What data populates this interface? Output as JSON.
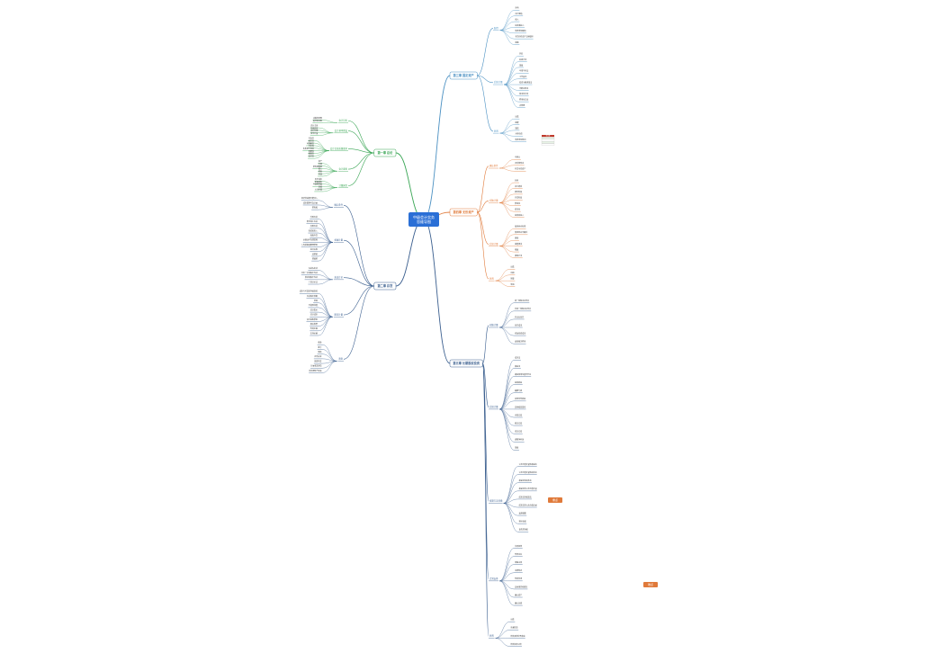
{
  "root": {
    "line1": "中级会计实务",
    "line2": "思维导图"
  },
  "colors": {
    "blue": "#4a90c2",
    "orange": "#e07a3a",
    "green": "#3aa655",
    "navy": "#3b5f8f",
    "root": "#2a6fd6",
    "red": "#d9342b"
  },
  "branches": [
    {
      "id": "b1",
      "label": "第三章 固定资产",
      "color": "blue",
      "nodes": [
        {
          "label": "取得",
          "children": [
            "外购",
            "自行建造",
            "租入",
            "投资者投入",
            "债务重组取得",
            "非货币性资产交换取得",
            "盘盈"
          ]
        },
        {
          "label": "后续计量",
          "children": [
            "折旧",
            "后续支出",
            "减值",
            "年限平均法",
            "工作量法",
            "双倍余额递减法",
            "年数总和法",
            "资本化支出",
            "费用化支出",
            "大修理"
          ]
        },
        {
          "label": "处置",
          "children": [
            "出售",
            "报废",
            "毁损",
            "对外投资",
            "债务重组转出"
          ]
        }
      ]
    },
    {
      "id": "b2",
      "label": "第四章 无形资产",
      "color": "orange",
      "nodes": [
        {
          "label": "确认条件",
          "children": [
            "可辨认",
            "无实物形态",
            "非货币性资产"
          ]
        },
        {
          "label": "初始计量",
          "children": [
            "外购",
            "自行研发",
            "研究阶段",
            "开发阶段",
            "费用化",
            "资本化",
            "投资者投入"
          ]
        },
        {
          "label": "后续计量",
          "children": [
            "使用寿命有限",
            "使用寿命不确定",
            "摊销",
            "减值测试",
            "残值",
            "摊销方法"
          ]
        },
        {
          "label": "处置",
          "children": [
            "出售",
            "出租",
            "报废",
            "转销"
          ]
        }
      ]
    },
    {
      "id": "b3",
      "label": "第五章 长期股权投资",
      "color": "navy",
      "nodes": [
        {
          "label": "初始计量",
          "children": [
            "同一控制企业合并",
            "非同一控制企业合并",
            "非企业合并",
            "合并成本",
            "初始投资成本",
            "直接相关费用"
          ]
        },
        {
          "label": "后续计量",
          "children": [
            "成本法",
            "权益法",
            "被投资单位宣告分派",
            "投资收益",
            "超额亏损",
            "其他综合收益",
            "其他权益变动",
            "内部交易",
            "顺流交易",
            "逆流交易",
            "调整净利润",
            "减值"
          ]
        },
        {
          "label": "核算方法转换",
          "children": [
            "公允价值计量转权益法",
            "公允价值计量转成本法",
            "权益法转成本法",
            "权益法转公允价值计量",
            "成本法转权益法",
            "成本法转公允价值计量",
            "追溯调整",
            "剩余股权",
            "丧失控制权"
          ]
        },
        {
          "label": "合营安排",
          "children": [
            "共同经营",
            "合营企业",
            "单独主体",
            "法律形式",
            "合同安排",
            "其他事实和情况",
            "确认资产",
            "确认负债"
          ]
        },
        {
          "label": "处置",
          "children": [
            "出售",
            "处置损益",
            "结转其他综合收益",
            "结转资本公积"
          ]
        }
      ]
    },
    {
      "id": "b4",
      "label": "第一章 总论",
      "color": "green",
      "nodes": [
        {
          "label": "会计目标",
          "children": [
            "决策有用观",
            "受托责任观"
          ]
        },
        {
          "label": "会计基本假设",
          "children": [
            "会计主体",
            "持续经营",
            "会计分期",
            "货币计量"
          ]
        },
        {
          "label": "会计信息质量要求",
          "children": [
            "可靠性",
            "相关性",
            "可理解性",
            "可比性",
            "实质重于形式",
            "重要性",
            "谨慎性",
            "及时性"
          ]
        },
        {
          "label": "会计要素",
          "children": [
            "资产",
            "负债",
            "所有者权益",
            "收入",
            "费用",
            "利润"
          ]
        },
        {
          "label": "计量属性",
          "children": [
            "历史成本",
            "重置成本",
            "可变现净值",
            "现值",
            "公允价值"
          ]
        }
      ]
    },
    {
      "id": "b5",
      "label": "第二章 存货",
      "color": "navy",
      "nodes": [
        {
          "label": "确认条件",
          "children": [
            "经济利益很可能流入",
            "成本能够可靠计量",
            "所有权"
          ]
        },
        {
          "label": "初始计量",
          "children": [
            "外购存货",
            "委托加工存货",
            "自制存货",
            "投资者投入",
            "盘盈存货",
            "运输途中合理损耗",
            "入库前挑选整理费用",
            "进口关税",
            "消费税",
            "增值税"
          ]
        },
        {
          "label": "发出计价",
          "children": [
            "先进先出法",
            "月末一次加权平均法",
            "移动加权平均法",
            "个别计价法"
          ]
        },
        {
          "label": "期末计量",
          "children": [
            "成本与可变现净值孰低",
            "存货跌价准备",
            "转回",
            "可变现净值",
            "估计售价",
            "估计成本",
            "估计销售费用",
            "相关税费",
            "合同价格",
            "市场价格"
          ]
        },
        {
          "label": "清查",
          "children": [
            "盘盈",
            "盘亏",
            "毁损",
            "自然灾害",
            "管理不善",
            "计量收发差错",
            "待处理财产损溢"
          ]
        }
      ]
    }
  ],
  "table": {
    "header": "对比表"
  },
  "highlight_tags": [
    "重点",
    "难点"
  ]
}
